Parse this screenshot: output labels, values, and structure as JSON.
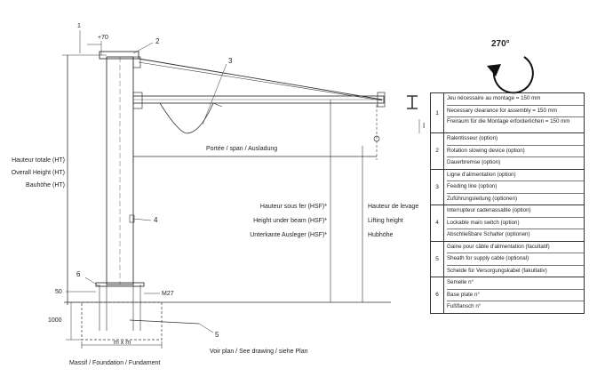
{
  "dimensions": {
    "gap_1": "1",
    "offset_70": "+70",
    "base_50": "50",
    "foundation_depth": "1000",
    "foundation_size": "m x m",
    "anchor": "M27"
  },
  "callouts": [
    "1",
    "2",
    "3",
    "4",
    "5",
    "6"
  ],
  "labels": {
    "overall_height": [
      "Hauteur totale (HT)",
      "Overall Height (HT)",
      "Bauhöhe (HT)"
    ],
    "span": "Portée / span / Ausladung",
    "height_under_beam": [
      "Hauteur sous fer (HSF)*",
      "Height under beam (HSF)*",
      "Unterkante Ausleger (HSF)*"
    ],
    "lifting_height": [
      "Hauteur de levage",
      "Lifting height",
      "Hubhöhe"
    ],
    "foundation": "Massif / Foundation / Fundament",
    "see_plan": "Voir plan / See drawing / siehe Plan",
    "rotation": "270°",
    "beam_symbol": "I"
  },
  "legend": [
    {
      "num": "1",
      "lines": [
        "Jeu nécessaire au montage = 150 mm",
        "Necessary clearance for assembly = 150 mm",
        "Freiraum für die Montage erforderlichen = 150 mm"
      ]
    },
    {
      "num": "2",
      "lines": [
        "Ralentisseur (option)",
        "Rotation slowing device (option)",
        "Dauerbremse (option)"
      ]
    },
    {
      "num": "3",
      "lines": [
        "Ligne d'alimentation (option)",
        "Feeding line (option)",
        "Zuführungsleitung (optionen)"
      ]
    },
    {
      "num": "4",
      "lines": [
        "Interrupteur cadenassable (option)",
        "Lockable main switch (option)",
        "Abschließbare Schalter (optionen)"
      ]
    },
    {
      "num": "5",
      "lines": [
        "Gaine pour câble d'alimentation (facultatif)",
        "Sheath for supply cable (optional)",
        "Scheide für Versorgungskabel (fakultativ)"
      ]
    },
    {
      "num": "6",
      "lines": [
        "Semelle n°",
        "Base plate n°",
        "Fußflansch n°"
      ]
    }
  ]
}
